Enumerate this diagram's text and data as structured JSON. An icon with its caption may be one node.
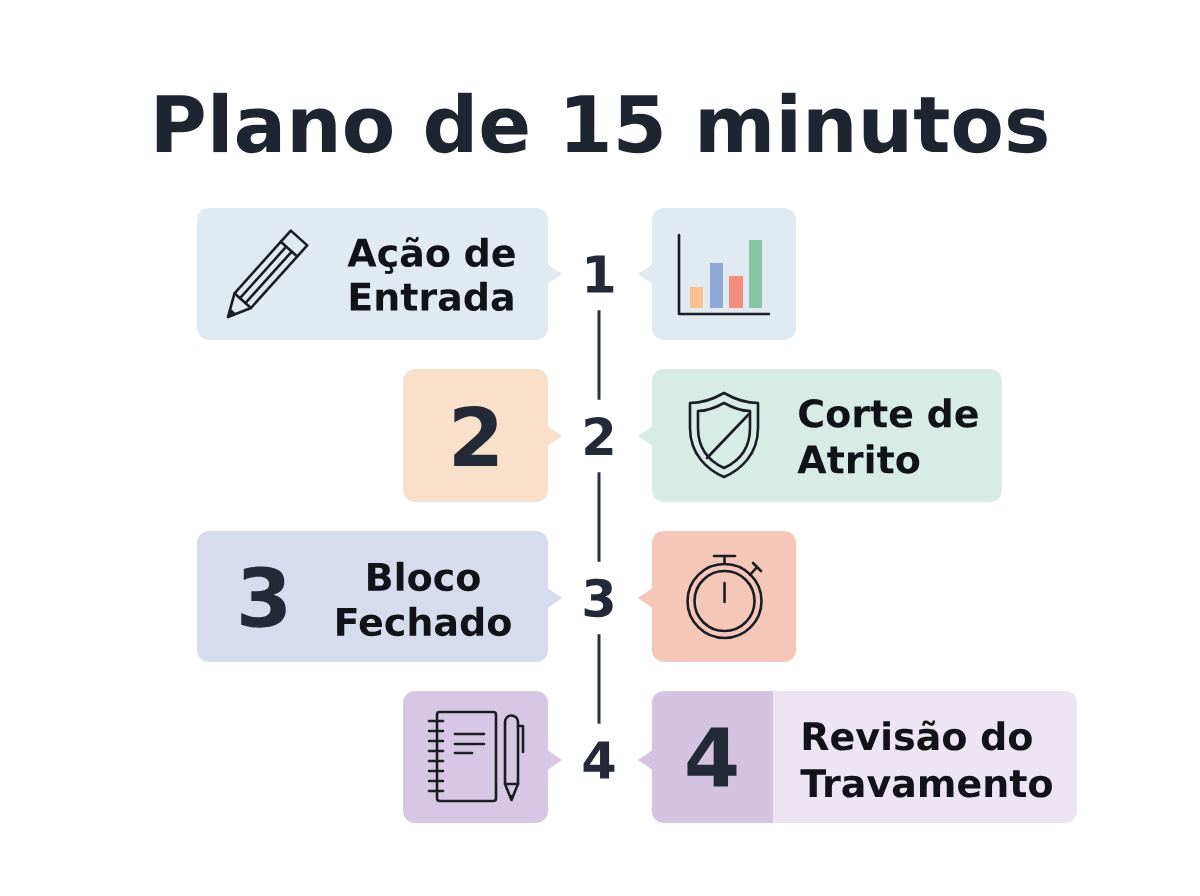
{
  "diagram": {
    "title": "Plano de 15 minutos",
    "nodes": [
      {
        "text": [
          "Ação de Entrada"
        ]
      },
      {
        "text": [
          "1"
        ]
      },
      {
        "text": [],
        "shape": "box"
      },
      {
        "text": [
          "2"
        ]
      },
      {
        "text": [
          "2"
        ]
      },
      {
        "text": [
          "Corte de Atrito"
        ]
      },
      {
        "text": [
          "3",
          "Bloco Fechado"
        ]
      },
      {
        "text": [
          "3"
        ]
      },
      {
        "text": [],
        "shape": "box"
      },
      {
        "text": [],
        "shape": "box"
      },
      {
        "text": [
          "4"
        ]
      },
      {
        "text": [
          "4",
          "Revisão do Travamento"
        ]
      }
    ],
    "edges": [
      {
        "from": 1,
        "to": 4,
        "arrow": "none"
      },
      {
        "from": 4,
        "to": 7,
        "arrow": "none"
      },
      {
        "from": 7,
        "to": 10,
        "arrow": "none"
      }
    ]
  }
}
